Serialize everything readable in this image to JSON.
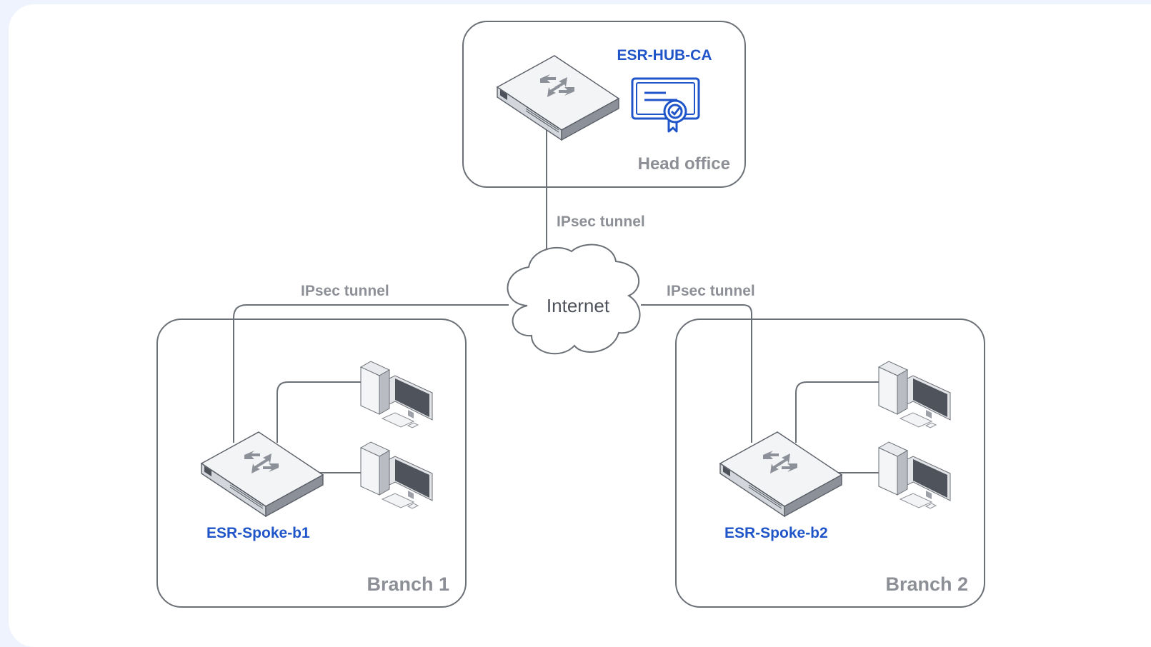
{
  "diagram": {
    "hub": {
      "name": "ESR-HUB-CA",
      "site_label": "Head office"
    },
    "spoke1": {
      "name": "ESR-Spoke-b1",
      "site_label": "Branch 1"
    },
    "spoke2": {
      "name": "ESR-Spoke-b2",
      "site_label": "Branch 2"
    },
    "cloud_label": "Internet",
    "links": {
      "hub_tunnel": "IPsec tunnel",
      "spoke1_tunnel": "IPsec tunnel",
      "spoke2_tunnel": "IPsec tunnel"
    },
    "icons": [
      "router-icon",
      "certificate-icon",
      "cloud-icon",
      "workstation-icon"
    ],
    "colors": {
      "accent": "#1f55c8",
      "label_gray": "#8c9096",
      "line": "#6b7077",
      "background": "#eef3fd"
    }
  }
}
